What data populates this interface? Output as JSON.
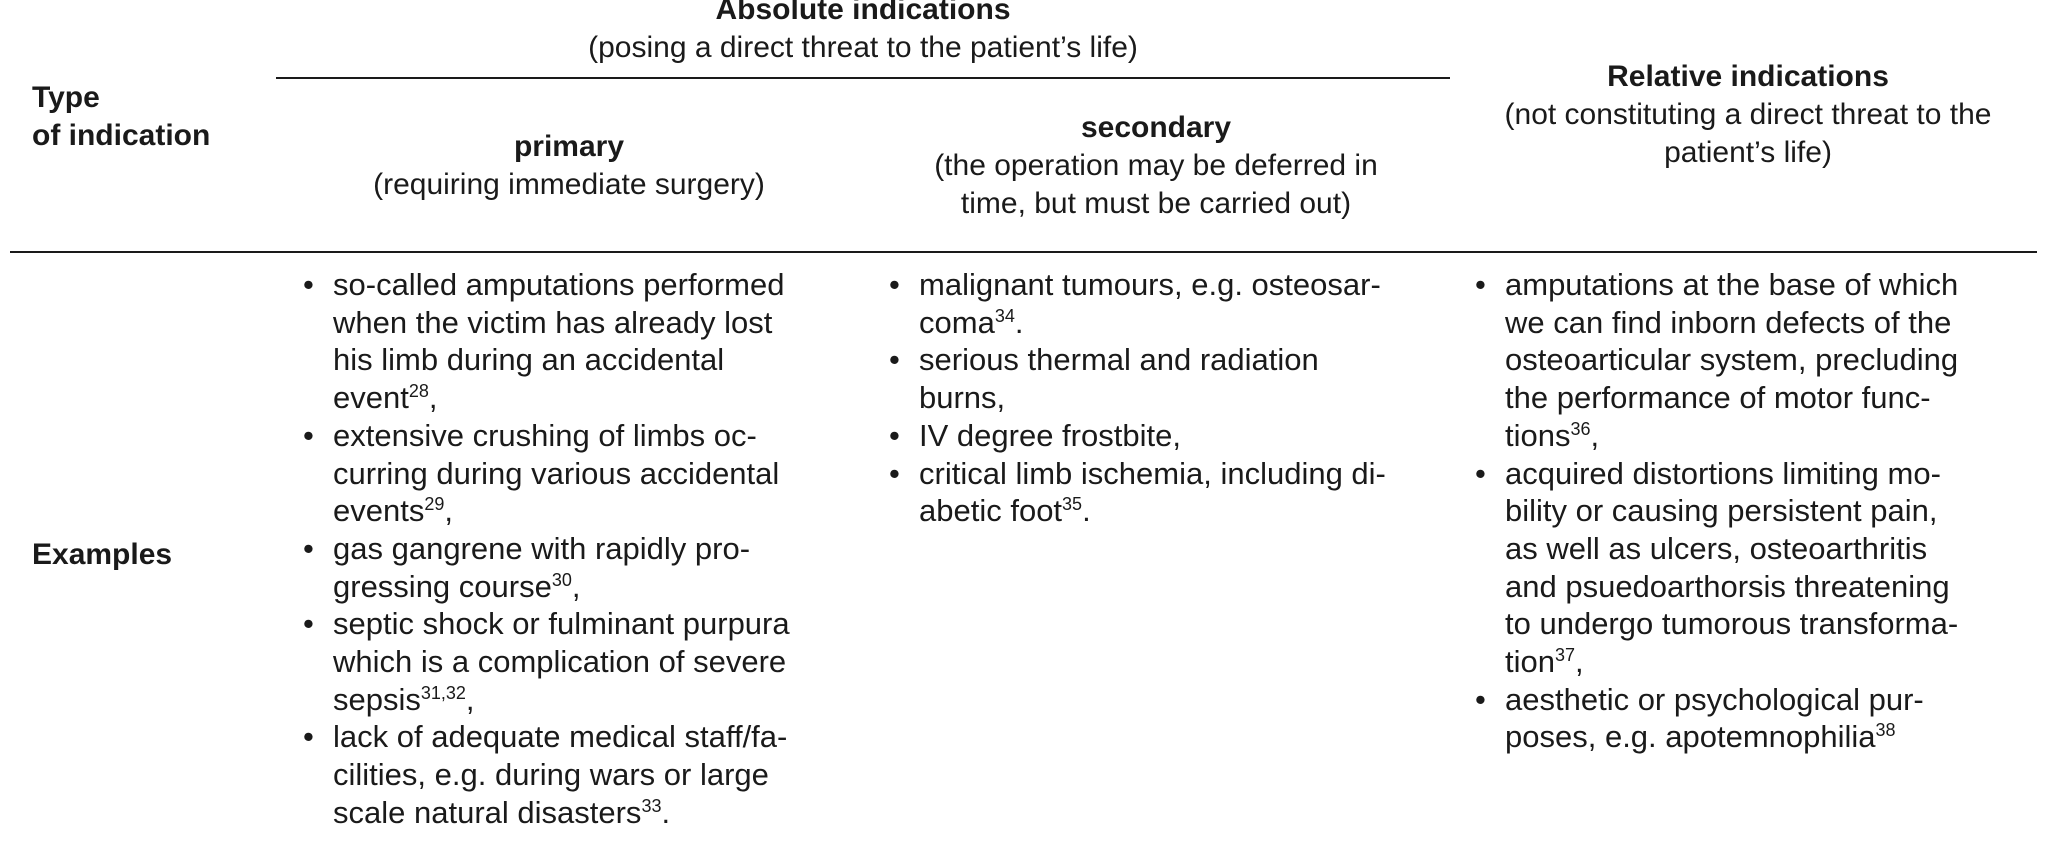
{
  "header": {
    "type_label_line1": "Type",
    "type_label_line2": "of indication",
    "absolute": {
      "title": "Absolute indications",
      "subtitle": "(posing a direct threat to the patient’s life)"
    },
    "primary": {
      "title": "primary",
      "subtitle": "(requiring immediate surgery)"
    },
    "secondary": {
      "title": "secondary",
      "subtitle_line1": "(the operation may be deferred in",
      "subtitle_line2": "time, but must be carried out)"
    },
    "relative": {
      "title": "Relative indications",
      "subtitle_line1": "(not constituting a direct threat to the",
      "subtitle_line2": "patient’s life)"
    }
  },
  "row_label": "Examples",
  "bullet_glyph": "•",
  "primary_items": [
    {
      "lines": [
        "so-called amputations performed",
        "when the victim has already lost",
        "his limb during an accidental",
        "event"
      ],
      "ref": "28",
      "tail": ","
    },
    {
      "lines": [
        "extensive crushing of limbs oc-",
        "curring during various accidental",
        "events"
      ],
      "ref": "29",
      "tail": ","
    },
    {
      "lines": [
        "gas gangrene with rapidly pro-",
        "gressing course"
      ],
      "ref": "30",
      "tail": ","
    },
    {
      "lines": [
        "septic shock or fulminant purpura",
        "which is a complication of severe",
        "sepsis"
      ],
      "ref": "31,32",
      "tail": ","
    },
    {
      "lines": [
        "lack of adequate medical staff/fa-",
        "cilities, e.g. during wars or large",
        "scale natural disasters"
      ],
      "ref": "33",
      "tail": "."
    }
  ],
  "secondary_items": [
    {
      "lines": [
        "malignant tumours, e.g. osteosar-",
        "coma"
      ],
      "ref": "34",
      "tail": "."
    },
    {
      "lines": [
        "serious thermal and radiation",
        "burns,"
      ],
      "ref": "",
      "tail": ""
    },
    {
      "lines": [
        "IV degree frostbite,"
      ],
      "ref": "",
      "tail": ""
    },
    {
      "lines": [
        "critical limb ischemia, including di-",
        "abetic foot"
      ],
      "ref": "35",
      "tail": "."
    }
  ],
  "relative_items": [
    {
      "lines": [
        "amputations at the base of which",
        "we can find inborn defects of the",
        "osteoarticular system, precluding",
        "the performance of motor func-",
        "tions"
      ],
      "ref": "36",
      "tail": ","
    },
    {
      "lines": [
        "acquired distortions limiting mo-",
        "bility or causing persistent pain,",
        "as well as ulcers, osteoarthritis",
        "and psuedoarthorsis threatening",
        "to undergo tumorous transforma-",
        "tion"
      ],
      "ref": "37",
      "tail": ","
    },
    {
      "lines": [
        "aesthetic or psychological pur-",
        "poses, e.g. apotemnophilia"
      ],
      "ref": "38",
      "tail": ""
    }
  ]
}
